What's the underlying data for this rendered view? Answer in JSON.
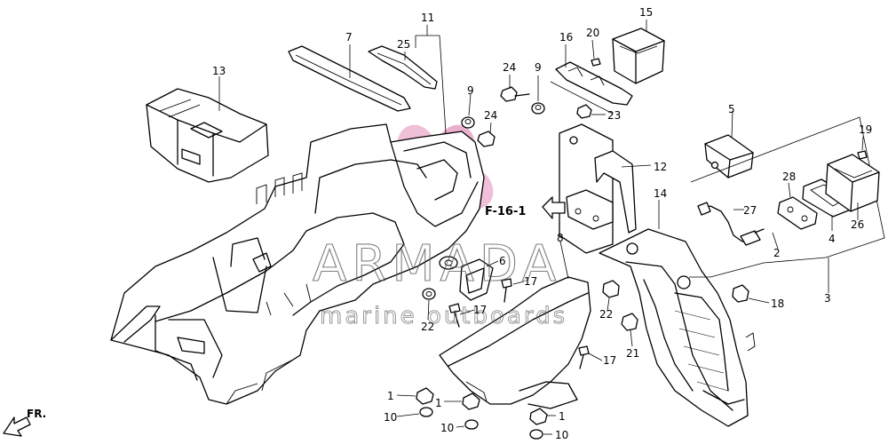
{
  "diagram": {
    "callouts": {
      "c1a": "1",
      "c1b": "1",
      "c1c": "1",
      "c2": "2",
      "c3": "3",
      "c4": "4",
      "c5": "5",
      "c6": "6",
      "c7": "7",
      "c8": "8",
      "c9a": "9",
      "c9b": "9",
      "c10a": "10",
      "c10b": "10",
      "c10c": "10",
      "c11": "11",
      "c12": "12",
      "c13": "13",
      "c14": "14",
      "c15": "15",
      "c16": "16",
      "c17a": "17",
      "c17b": "17",
      "c17c": "17",
      "c18": "18",
      "c19": "19",
      "c20": "20",
      "c21": "21",
      "c22a": "22",
      "c22b": "22",
      "c23": "23",
      "c24a": "24",
      "c24b": "24",
      "c25": "25",
      "c26": "26",
      "c27": "27",
      "c28": "28"
    },
    "reference_label": "F-16-1",
    "direction_label": "FR."
  },
  "watermark": {
    "brand": "ARMADA",
    "subtitle": "marine outboards",
    "logo_colors": [
      "#e7a6c8",
      "#d9669f"
    ]
  }
}
